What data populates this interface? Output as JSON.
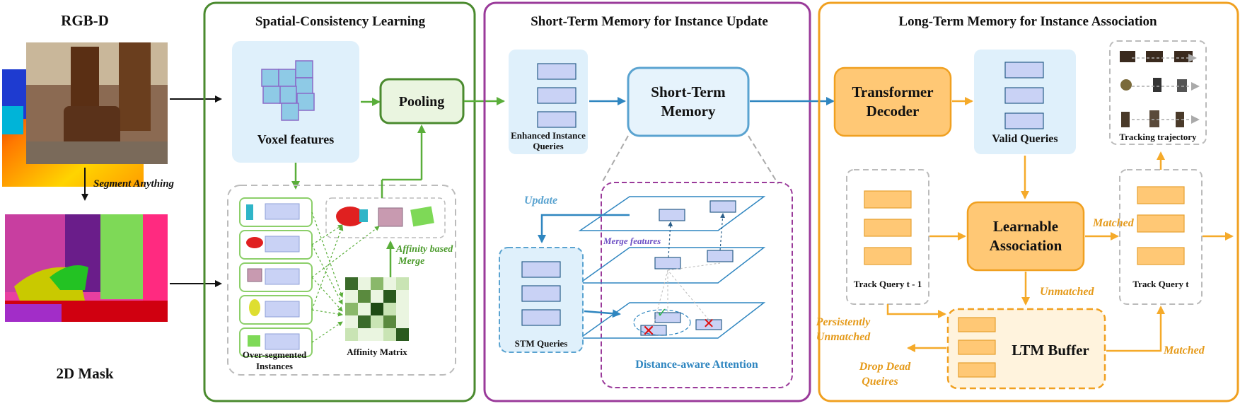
{
  "input": {
    "rgbd_label": "RGB-D",
    "segment_label": "Segment Anything",
    "mask_label": "2D Mask"
  },
  "spatial": {
    "title": "Spatial-Consistency Learning",
    "voxel_label": "Voxel features",
    "pooling_label": "Pooling",
    "affinity_merge_line1": "Affinity based",
    "affinity_merge_line2": "Merge",
    "over_seg_line1": "Over-segmented",
    "over_seg_line2": "Instances",
    "affinity_matrix_label": "Affinity Matrix"
  },
  "stm": {
    "title": "Short-Term Memory for Instance Update",
    "enhanced_line1": "Enhanced Instance",
    "enhanced_line2": "Queries",
    "box_line1": "Short-Term",
    "box_line2": "Memory",
    "update_label": "Update",
    "merge_features_label": "Merge features",
    "stm_queries_label": "STM Queries",
    "distance_attention_label": "Distance-aware Attention"
  },
  "ltm": {
    "title": "Long-Term Memory for Instance Association",
    "decoder_line1": "Transformer",
    "decoder_line2": "Decoder",
    "valid_queries_label": "Valid Queries",
    "tracking_label": "Tracking trajectory",
    "assoc_line1": "Learnable",
    "assoc_line2": "Association",
    "track_prev_label": "Track Query t - 1",
    "track_curr_label": "Track Query t",
    "matched_top": "Matched",
    "unmatched_label": "Unmatched",
    "persist_line1": "Persistently",
    "persist_line2": "Unmatched",
    "drop_line1": "Drop Dead",
    "drop_line2": "Queires",
    "buffer_label": "LTM Buffer",
    "matched_bottom": "Matched"
  },
  "colors": {
    "green": "#4a8a2e",
    "purple": "#9a3a9a",
    "orange": "#f0a020",
    "blue": "#2f86c0",
    "light_blue": "#dff0fb",
    "light_green": "#eaf5e0"
  }
}
